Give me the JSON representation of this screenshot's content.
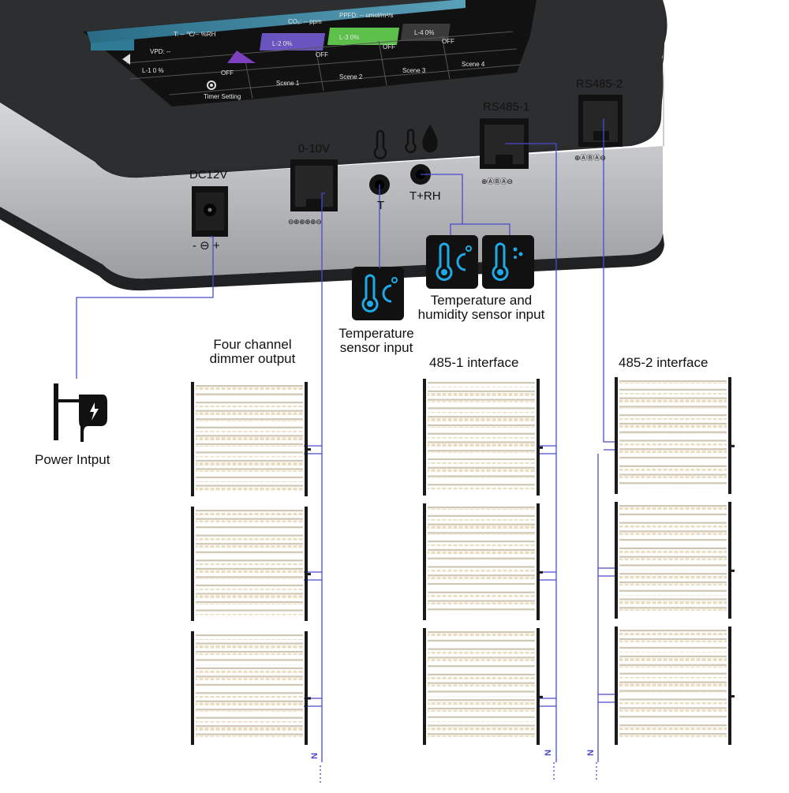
{
  "ports": {
    "dc": "DC12V",
    "dimmer": "0-10V",
    "t": "T",
    "trh": "T+RH",
    "rs1": "RS485-1",
    "rs2": "RS485-2",
    "polarity": "- ⊖ +",
    "pins_dimmer": "⊖⊕⊕⊕⊕⊖",
    "pins_rs": "⊕ⒶⒷⒶ⊖"
  },
  "labels": {
    "power_input": "Power Intput",
    "temp_sensor": "Temperature\nsensor input",
    "temp_hum_sensor": "Temperature and\nhumidity sensor input",
    "dimmer_output": "Four channel\ndimmer output",
    "if1": "485-1 interface",
    "if2": "485-2 interface",
    "n_marker": "N"
  },
  "screen": {
    "row1": [
      "T:  --  ℃/--  %RH",
      "CO₂: --  ppm",
      "PPFD: --  umol/m²/s"
    ],
    "cells": [
      "L-2  0%",
      "L-3  0%",
      "L-4  0%",
      "OFF",
      "OFF",
      "OFF",
      "OFF"
    ],
    "vpd": "VPD: --",
    "l1": "L-1  0  %",
    "off": "OFF",
    "scenes": [
      "Scene 1",
      "Scene 2",
      "Scene 3",
      "Scene 4"
    ],
    "settings": "Timer Setting"
  },
  "colors": {
    "wire": "#4a4ad0",
    "body": "#2b2c2e",
    "panel": "#c9cacd",
    "led_dot": "#e9dcc0",
    "rail": "#1a1a1a",
    "screen_accent_purple": "#6a55c0",
    "screen_accent_green": "#5cc04a"
  },
  "icons": [
    "power-adapter-icon",
    "thermometer-celsius-icon",
    "thermometer-humidity-icon",
    "settings-gear-icon",
    "rgb-spectrum-icon"
  ]
}
